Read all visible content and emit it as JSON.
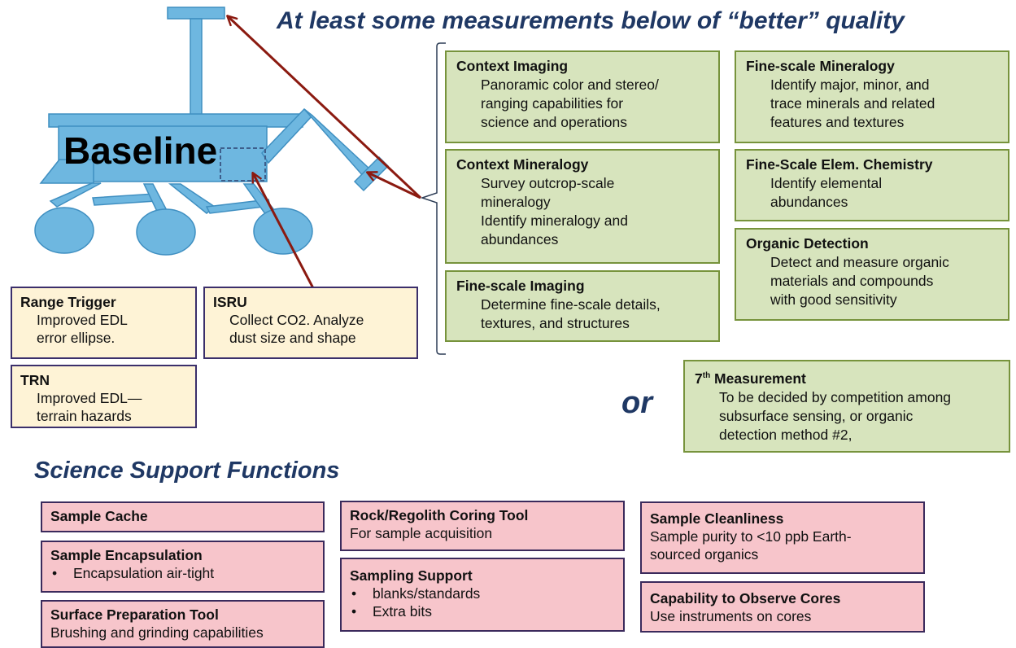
{
  "header": {
    "title": "At least some measurements below of “better” quality"
  },
  "rover": {
    "label": "Baseline"
  },
  "measurements": {
    "context_imaging": {
      "title": "Context Imaging",
      "lines": [
        "Panoramic color and stereo/",
        "ranging capabilities for",
        "science and operations"
      ]
    },
    "context_mineralogy": {
      "title": "Context Mineralogy",
      "lines": [
        "Survey outcrop-scale",
        "mineralogy",
        "Identify mineralogy and",
        "abundances"
      ]
    },
    "fine_scale_imaging": {
      "title": "Fine-scale Imaging",
      "lines": [
        "Determine fine-scale details,",
        "textures, and structures"
      ]
    },
    "fine_scale_mineralogy": {
      "title": "Fine-scale Mineralogy",
      "lines": [
        "Identify major, minor, and",
        "trace minerals and related",
        "features and textures"
      ]
    },
    "fine_scale_chemistry": {
      "title": "Fine-Scale Elem. Chemistry",
      "lines": [
        "Identify elemental",
        "abundances"
      ]
    },
    "organic_detection": {
      "title": "Organic Detection",
      "lines": [
        "Detect and measure organic",
        "materials and compounds",
        "with good sensitivity"
      ]
    },
    "seventh": {
      "title_number": "7",
      "title_sup": "th",
      "title_rest": " Measurement",
      "lines": [
        "To be decided by competition among",
        "subsurface sensing, or organic",
        "detection method #2,"
      ]
    },
    "or_label": "or"
  },
  "engineering": {
    "range_trigger": {
      "title": "Range Trigger",
      "lines": [
        "Improved EDL",
        "error ellipse."
      ]
    },
    "isru": {
      "title": "ISRU",
      "lines": [
        "Collect CO2.  Analyze",
        "dust size and shape"
      ]
    },
    "trn": {
      "title": "TRN",
      "lines": [
        "Improved EDL—",
        "terrain hazards"
      ]
    }
  },
  "support": {
    "heading": "Science Support Functions",
    "sample_cache": {
      "title": "Sample Cache"
    },
    "sample_encapsulation": {
      "title": "Sample Encapsulation",
      "bullets": [
        "Encapsulation air-tight"
      ]
    },
    "surface_prep": {
      "title": "Surface Preparation Tool",
      "lines": [
        "Brushing and grinding capabilities"
      ]
    },
    "coring_tool": {
      "title": "Rock/Regolith Coring Tool",
      "lines": [
        "For sample acquisition"
      ]
    },
    "sampling_support": {
      "title": "Sampling Support",
      "bullets": [
        "blanks/standards",
        "Extra bits"
      ]
    },
    "sample_cleanliness": {
      "title": "Sample Cleanliness",
      "lines": [
        "Sample purity to <10 ppb Earth-",
        "sourced organics"
      ]
    },
    "observe_cores": {
      "title": "Capability to Observe Cores",
      "lines": [
        "Use instruments on cores"
      ]
    }
  },
  "colors": {
    "heading": "#1f3864",
    "measurement_fill": "#d7e4bd",
    "measurement_border": "#77933c",
    "engineering_fill": "#fef3d6",
    "support_fill": "#f7c5cb",
    "rover_fill": "#6eb7e0",
    "arrow": "#8b1a10"
  }
}
